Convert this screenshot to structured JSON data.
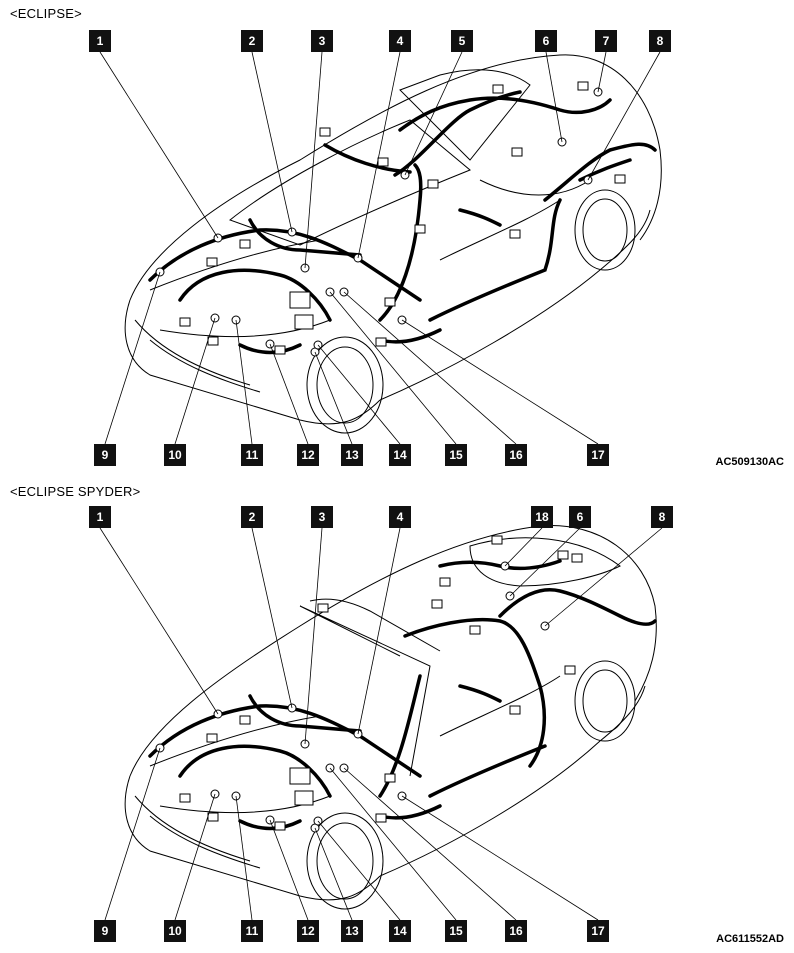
{
  "sections": [
    {
      "title": "<ECLIPSE>",
      "figure_code": "AC509130AC",
      "top_labels": [
        "1",
        "2",
        "3",
        "4",
        "5",
        "6",
        "7",
        "8"
      ],
      "bottom_labels": [
        "9",
        "10",
        "11",
        "12",
        "13",
        "14",
        "15",
        "16",
        "17"
      ]
    },
    {
      "title": "<ECLIPSE SPYDER>",
      "figure_code": "AC611552AD",
      "top_labels": [
        "1",
        "2",
        "3",
        "4",
        "18",
        "6",
        "8"
      ],
      "bottom_labels": [
        "9",
        "10",
        "11",
        "12",
        "13",
        "14",
        "15",
        "16",
        "17"
      ]
    }
  ],
  "colors": {
    "line": "#000000",
    "badge_bg": "#111111",
    "badge_text": "#ffffff"
  }
}
